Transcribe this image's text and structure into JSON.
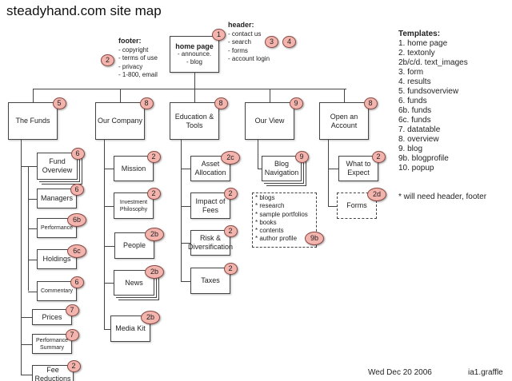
{
  "title": "steadyhand.com site map",
  "home": {
    "label": "home page",
    "lines": [
      "- announce.",
      "- blog"
    ],
    "badge": "1"
  },
  "header_note": {
    "heading": "header:",
    "items": [
      "- contact us",
      "- search",
      "- forms",
      "- account login"
    ],
    "badges": [
      "3",
      "4"
    ]
  },
  "footer_note": {
    "heading": "footer:",
    "items": [
      "- copyright",
      "- terms of use",
      "- privacy",
      "- 1-800, email"
    ],
    "badge": "2"
  },
  "sections": [
    {
      "label": "The Funds",
      "badge": "5",
      "children": [
        {
          "label": "Fund Overview",
          "badge": "6",
          "style": "stack"
        },
        {
          "label": "Managers",
          "badge": "6"
        },
        {
          "label": "Performance",
          "badge": "6b",
          "style": "small"
        },
        {
          "label": "Holdings",
          "badge": "6c"
        },
        {
          "label": "Commentary",
          "badge": "6",
          "style": "small"
        },
        {
          "label": "Prices",
          "badge": "7"
        },
        {
          "label": "Performance Summary",
          "badge": "7",
          "style": "small"
        },
        {
          "label": "Fee Reductions",
          "badge": "2"
        }
      ]
    },
    {
      "label": "Our Company",
      "badge": "8",
      "children": [
        {
          "label": "Mission",
          "badge": "2"
        },
        {
          "label": "Investment Philosophy",
          "badge": "2",
          "style": "small"
        },
        {
          "label": "People",
          "badge": "2b"
        },
        {
          "label": "News",
          "badge": "2b",
          "style": "stack"
        },
        {
          "label": "Media Kit",
          "badge": "2b"
        }
      ]
    },
    {
      "label": "Education & Tools",
      "badge": "8",
      "children": [
        {
          "label": "Asset Allocation",
          "badge": "2c"
        },
        {
          "label": "Impact of Fees",
          "badge": "2"
        },
        {
          "label": "Risk & Diversification",
          "badge": "2"
        },
        {
          "label": "Taxes",
          "badge": "2"
        }
      ]
    },
    {
      "label": "Our View",
      "badge": "9",
      "children": [
        {
          "label": "Blog Navigation",
          "badge": "9",
          "style": "stack"
        }
      ]
    },
    {
      "label": "Open an Account",
      "badge": "8",
      "children": [
        {
          "label": "What to Expect",
          "badge": "2"
        },
        {
          "label": "Forms",
          "badge": "2d",
          "style": "dashed"
        }
      ]
    }
  ],
  "blog_list": {
    "items": [
      "* blogs",
      "* research",
      "* sample portfolios",
      "* books",
      "* contents",
      "* author profile"
    ],
    "badge": "9b"
  },
  "templates": {
    "heading": "Templates:",
    "items": [
      "1. home page",
      "2. textonly",
      "2b/c/d. text_images",
      "3. form",
      "4. results",
      "5. fundsoverview",
      "6. funds",
      "6b. funds",
      "6c. funds",
      "7. datatable",
      "8. overview",
      "9. blog",
      "9b. blogprofile",
      "10. popup"
    ],
    "note": "* will need header, footer"
  },
  "date": "Wed Dec 20 2006",
  "filename": "ia1.graffle",
  "colors": {
    "badge": "#f4b4ae",
    "line": "#444444"
  }
}
